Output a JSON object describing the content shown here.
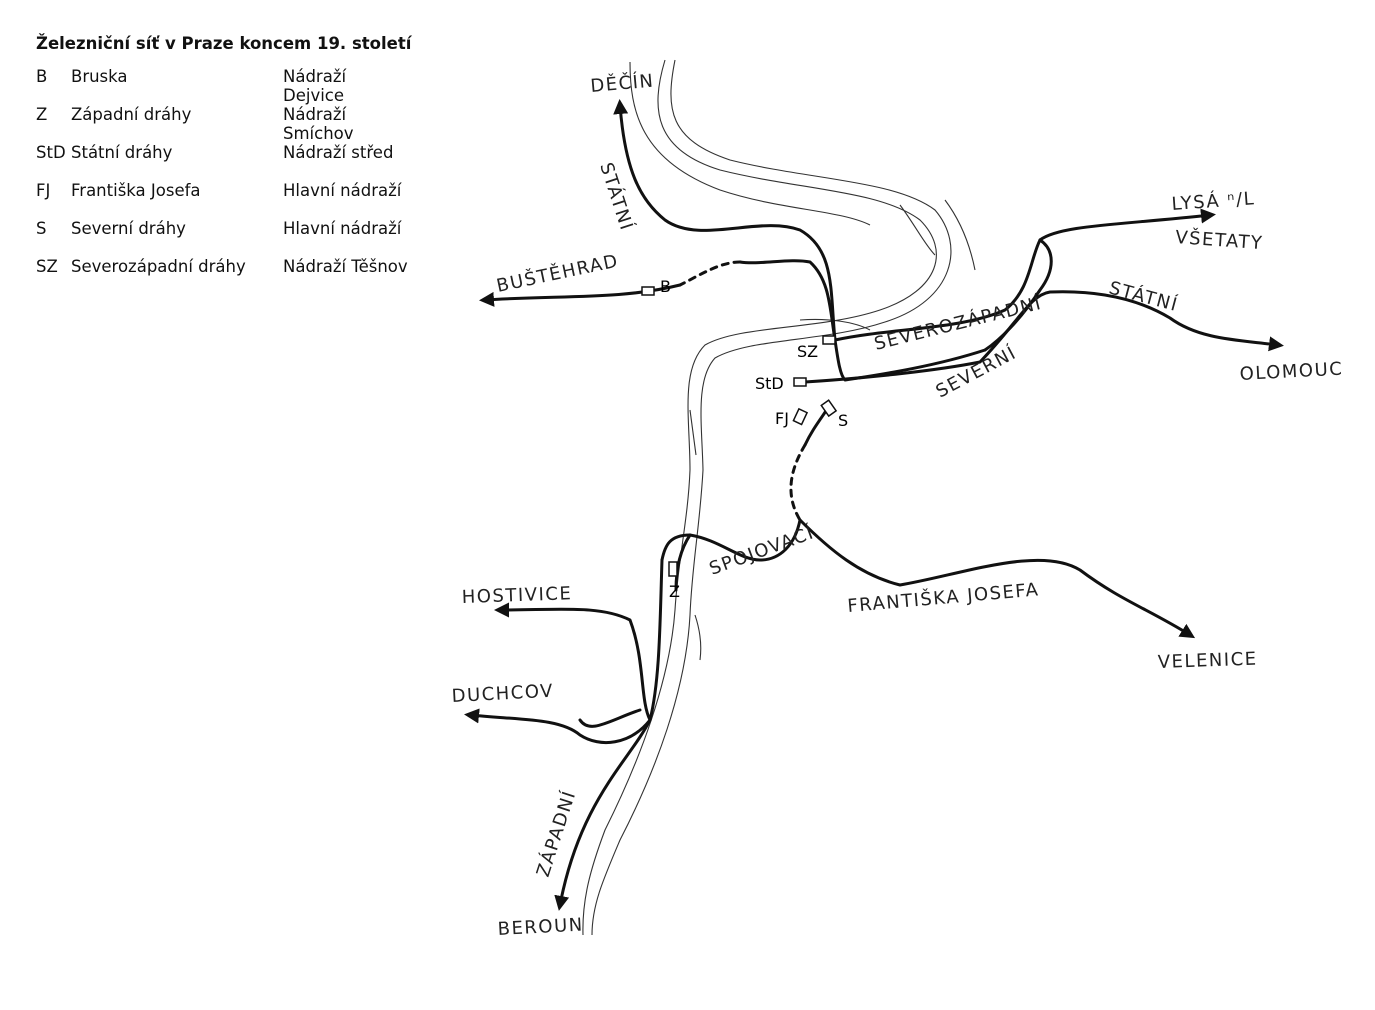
{
  "legend": {
    "title": "Železniční síť v Praze koncem 19. století",
    "rows": [
      {
        "code": "B",
        "name": "Bruska",
        "station": "Nádraží Dejvice"
      },
      {
        "code": "Z",
        "name": "Západní dráhy",
        "station": "Nádraží Smíchov"
      },
      {
        "code": "StD",
        "name": "Státní dráhy",
        "station": "Nádraží střed"
      },
      {
        "code": "FJ",
        "name": "Františka Josefa",
        "station": "Hlavní nádraží"
      },
      {
        "code": "S",
        "name": "Severní dráhy",
        "station": "Hlavní nádraží"
      },
      {
        "code": "SZ",
        "name": "Severozápadní dráhy",
        "station": "Nádraží Těšnov"
      }
    ]
  },
  "map": {
    "destinations": {
      "decin": "DĚČÍN",
      "bustehrad": "BUŠTĚHRAD",
      "lysa": "LYSÁ ⁿ/L",
      "vsetaty": "VŠETATY",
      "olomouc": "OLOMOUC",
      "velenice": "VELENICE",
      "hostivice": "HOSTIVICE",
      "duchcov": "DUCHCOV",
      "beroun": "BEROUN"
    },
    "lines": {
      "statni_north": "STÁTNÍ",
      "statni_east": "STÁTNÍ",
      "severozapadni": "SEVEROZÁPADNÍ",
      "severni": "SEVERNÍ",
      "spojovaci": "SPOJOVACÍ",
      "frantiska_josefa": "FRANTIŠKA JOSEFA",
      "zapadni": "ZÁPADNÍ"
    },
    "stations": {
      "b": "B",
      "sz": "SZ",
      "std": "StD",
      "fj": "FJ",
      "s": "S",
      "z": "Z"
    }
  }
}
